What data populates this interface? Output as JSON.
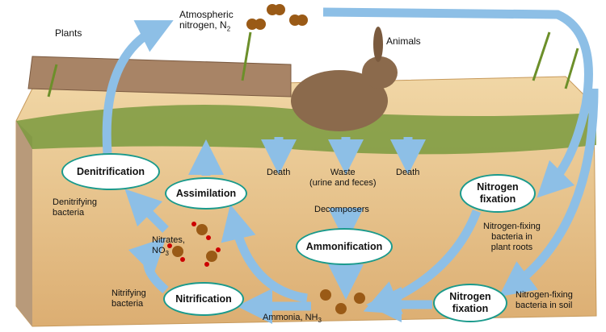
{
  "labels": {
    "plants": "Plants",
    "atmospheric": "Atmospheric",
    "nitrogen_n": "nitrogen, N",
    "n2_sub": "2",
    "animals": "Animals",
    "death_left": "Death",
    "waste": "Waste",
    "waste_detail": "(urine and feces)",
    "death_right": "Death",
    "decomposers": "Decomposers",
    "denitrifying_1": "Denitrifying",
    "denitrifying_2": "bacteria",
    "nitrates": "Nitrates,",
    "no3": "NO",
    "no3_sub": "3",
    "nitrifying_1": "Nitrifying",
    "nitrifying_2": "bacteria",
    "ammonia": "Ammonia, NH",
    "nh3_sub": "3",
    "roots_1": "Nitrogen-fixing",
    "roots_2": "bacteria in",
    "roots_3": "plant roots",
    "soil_1": "Nitrogen-fixing",
    "soil_2": "bacteria in soil"
  },
  "processes": {
    "denitrification": "Denitrification",
    "assimilation": "Assimilation",
    "fixation_top_1": "Nitrogen",
    "fixation_top_2": "fixation",
    "ammonification": "Ammonification",
    "nitrification": "Nitrification",
    "fixation_bottom_1": "Nitrogen",
    "fixation_bottom_2": "fixation"
  },
  "colors": {
    "arrow": "#8dbfe6",
    "oval_border": "#1a9a8c",
    "soil": "#e7c48e"
  }
}
